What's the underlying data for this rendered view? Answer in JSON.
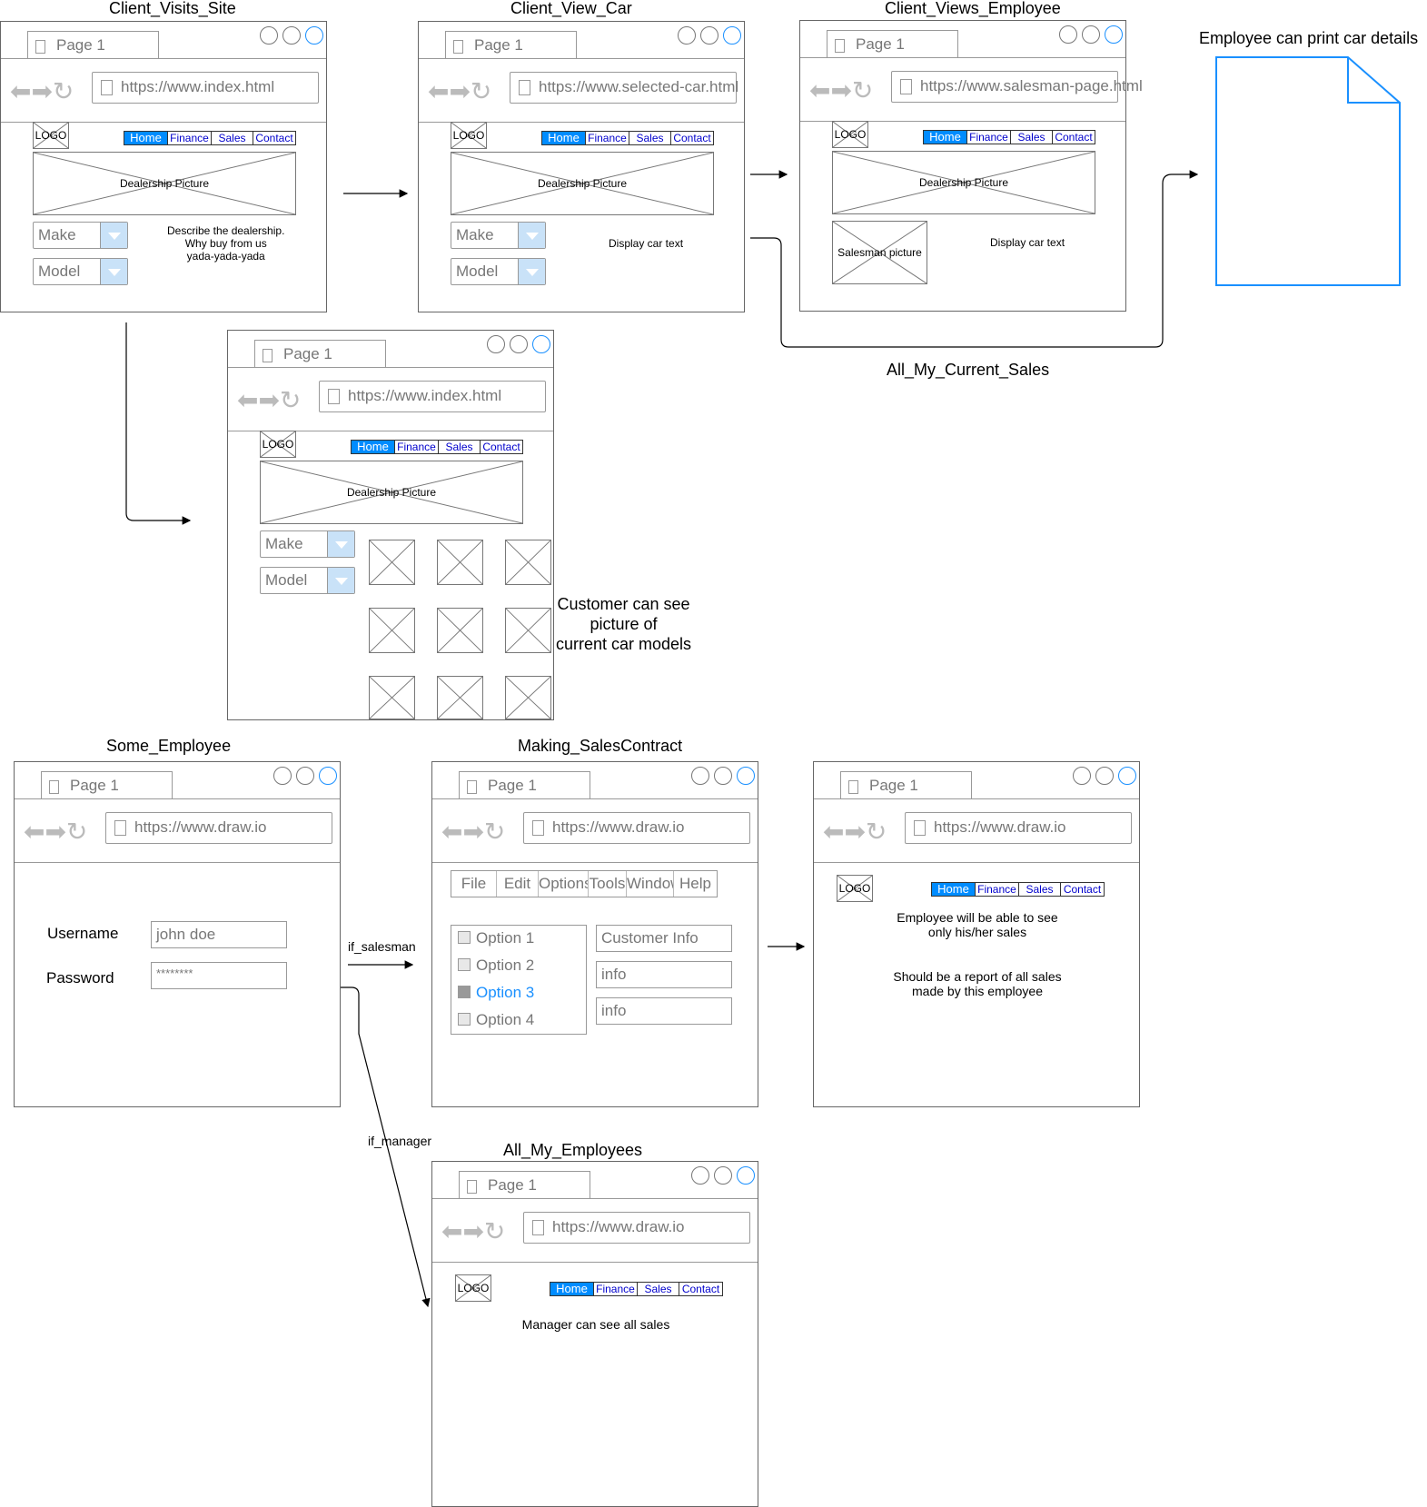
{
  "titles": {
    "client_visits_site": "Client_Visits_Site",
    "client_view_car": "Client_View_Car",
    "client_views_employee": "Client_Views_Employee",
    "print_doc": "Employee can print car details",
    "all_my_current_sales": "All_My_Current_Sales",
    "customer_note": "Customer can see\npicture of\ncurrent car models",
    "some_employee": "Some_Employee",
    "making_sales_contract": "Making_SalesContract",
    "all_my_employees": "All_My_Employees"
  },
  "edge_labels": {
    "if_salesman": "if_salesman",
    "if_manager": "if_manager"
  },
  "browser": {
    "tab_label": "Page 1",
    "url_index": "https://www.index.html",
    "url_selected_car": "https://www.selected-car.html",
    "url_salesman": "https://www.salesman-page.html",
    "url_drawio": "https://www.draw.io"
  },
  "site": {
    "logo": "LOGO",
    "nav": [
      "Home",
      "Finance",
      "Sales",
      "Contact"
    ],
    "dealership_picture": "Dealership Picture",
    "make": "Make",
    "model": "Model",
    "describe": "Describe the dealership.\nWhy buy from us\nyada-yada-yada",
    "display_car_text": "Display car text",
    "salesman_picture": "Salesman picture"
  },
  "login": {
    "username_label": "Username",
    "username_value": "john doe",
    "password_label": "Password",
    "password_value": "********"
  },
  "contract": {
    "menu": [
      "File",
      "Edit",
      "Options",
      "Tools",
      "Window",
      "Help"
    ],
    "options": [
      {
        "label": "Option 1",
        "checked": false
      },
      {
        "label": "Option 2",
        "checked": false
      },
      {
        "label": "Option 3",
        "checked": true
      },
      {
        "label": "Option 4",
        "checked": false
      }
    ],
    "fields": [
      "Customer Info",
      "info",
      "info"
    ]
  },
  "sales_page": {
    "text1": "Employee will be able to see\nonly his/her sales",
    "text2": "Should be a report of all sales\nmade by this employee"
  },
  "manager_page": {
    "text": "Manager can see all sales"
  },
  "colors": {
    "accent": "#008cff",
    "link": "#0000cc",
    "document_stroke": "#1a90ff",
    "checkbox_checked": "#1a90ff"
  }
}
